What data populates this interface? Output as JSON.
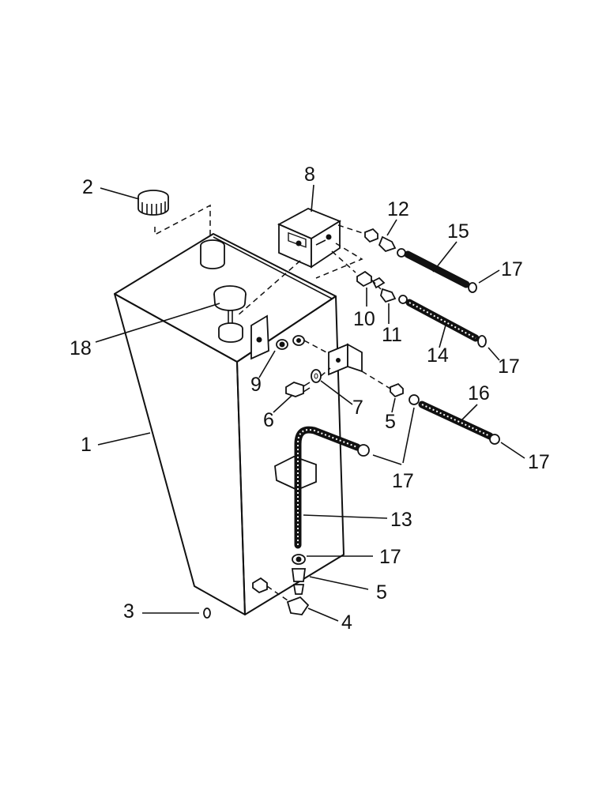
{
  "labels": {
    "l1": "1",
    "l2": "2",
    "l3": "3",
    "l4": "4",
    "l5a": "5",
    "l5b": "5",
    "l6": "6",
    "l7": "7",
    "l8": "8",
    "l9": "9",
    "l10": "10",
    "l11": "11",
    "l12": "12",
    "l13": "13",
    "l14": "14",
    "l15": "15",
    "l16": "16",
    "l17a": "17",
    "l17b": "17",
    "l17c": "17",
    "l17d": "17",
    "l17e": "17",
    "l18": "18"
  }
}
